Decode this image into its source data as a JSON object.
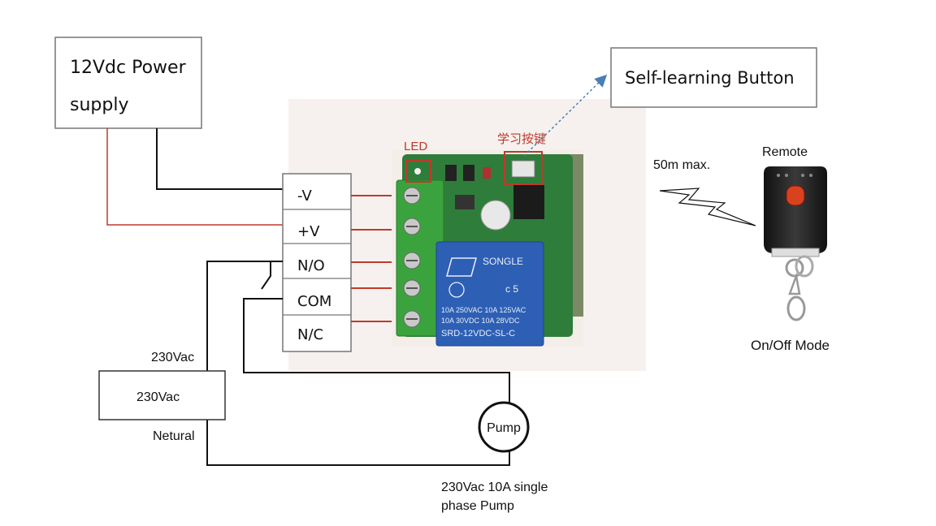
{
  "power_supply": {
    "line1": "12Vdc Power",
    "line2": "supply"
  },
  "self_learning": {
    "label": "Self-learning Button"
  },
  "board": {
    "led_label": "LED",
    "learn_key_label": "学习按键",
    "relay_brand": "SONGLE",
    "relay_rating1": "10A 250VAC  10A 125VAC",
    "relay_rating2": "10A  30VDC  10A  28VDC",
    "relay_model": "SRD-12VDC-SL-C"
  },
  "terminals": [
    {
      "label": "-V"
    },
    {
      "label": "+V"
    },
    {
      "label": "N/O"
    },
    {
      "label": "COM"
    },
    {
      "label": "N/C"
    }
  ],
  "range": {
    "label": "50m max."
  },
  "remote": {
    "label": "Remote",
    "mode": "On/Off Mode"
  },
  "ac_source": {
    "label": "230Vac",
    "top_label": "230Vac",
    "neutral_label": "Netural"
  },
  "pump": {
    "label": "Pump",
    "desc1": "230Vac 10A single",
    "desc2": "phase Pump"
  },
  "colors": {
    "dc_positive": "#c0392b",
    "wire_black": "#111111",
    "board_green": "#2f7d3a",
    "relay_blue": "#2d5fb5",
    "arrow_blue": "#4a7fb5"
  }
}
